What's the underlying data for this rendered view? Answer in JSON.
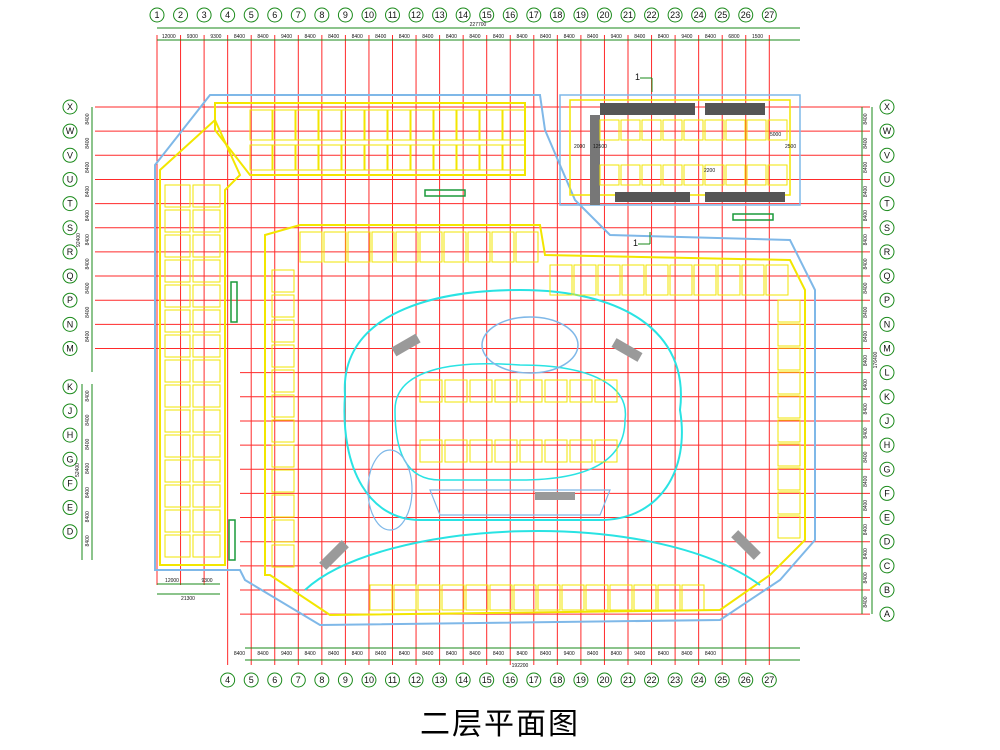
{
  "title": "二层平面图",
  "colors": {
    "grid": "#ff2a2a",
    "dim": "#1a8a1a",
    "wall": "#f2e600",
    "outline": "#7fb8e8",
    "atrium": "#29e3e3",
    "core": "#1a9a3a",
    "hatch": "#555555",
    "text": "#111111"
  },
  "columns_top": [
    "1",
    "2",
    "3",
    "4",
    "5",
    "6",
    "7",
    "8",
    "9",
    "10",
    "11",
    "12",
    "13",
    "14",
    "15",
    "16",
    "17",
    "18",
    "19",
    "20",
    "21",
    "22",
    "23",
    "24",
    "25",
    "26",
    "27"
  ],
  "columns_bottom": [
    "4",
    "5",
    "6",
    "7",
    "8",
    "9",
    "10",
    "11",
    "12",
    "13",
    "14",
    "15",
    "16",
    "17",
    "18",
    "19",
    "20",
    "21",
    "22",
    "23",
    "24",
    "25",
    "26",
    "27"
  ],
  "rows": [
    "X",
    "W",
    "V",
    "U",
    "T",
    "S",
    "R",
    "Q",
    "P",
    "N",
    "M",
    "L",
    "K",
    "J",
    "H",
    "G",
    "F",
    "E",
    "D",
    "C",
    "B",
    "A"
  ],
  "rows_left_lower": [
    "K",
    "J",
    "H",
    "G",
    "F",
    "E",
    "D"
  ],
  "top_dims": [
    "12000",
    "9300",
    "9300",
    "8400",
    "8400",
    "9400",
    "8400",
    "8400",
    "8400",
    "8400",
    "8400",
    "8400",
    "8400",
    "8400",
    "8400",
    "8400",
    "8400",
    "8400",
    "8400",
    "9400",
    "8400",
    "8400",
    "9400",
    "8400",
    "6800",
    "1500"
  ],
  "top_total": "227700",
  "bottom_dims": [
    "8400",
    "8400",
    "9400",
    "8400",
    "8400",
    "8400",
    "8400",
    "8400",
    "8400",
    "8400",
    "8400",
    "8400",
    "8400",
    "8400",
    "9400",
    "8400",
    "8400",
    "9400",
    "8400",
    "8400",
    "8400"
  ],
  "bottom_total": "192200",
  "right_dims": [
    "8400",
    "8400",
    "8400",
    "8400",
    "8400",
    "8400",
    "8400",
    "8400",
    "8400",
    "8400",
    "8400",
    "8400",
    "8400",
    "8400",
    "8400",
    "8400",
    "8400",
    "8400",
    "8400",
    "8400",
    "8400"
  ],
  "right_total": "176400",
  "left_dims_upper": [
    "8400",
    "8400",
    "8400",
    "8400",
    "8400",
    "8400",
    "8400",
    "8400",
    "8400",
    "8400"
  ],
  "left_total_upper": "92400",
  "left_dims_lower": [
    "8400",
    "8400",
    "8400",
    "8400",
    "8400",
    "8400",
    "8400"
  ],
  "left_total_lower": "52400",
  "wing_dims": [
    "12000",
    "9300"
  ],
  "wing_total": "21300",
  "section_marks": [
    "1",
    "1"
  ],
  "callouts": [
    "2000",
    "12500",
    "5000",
    "2500",
    "2200"
  ]
}
